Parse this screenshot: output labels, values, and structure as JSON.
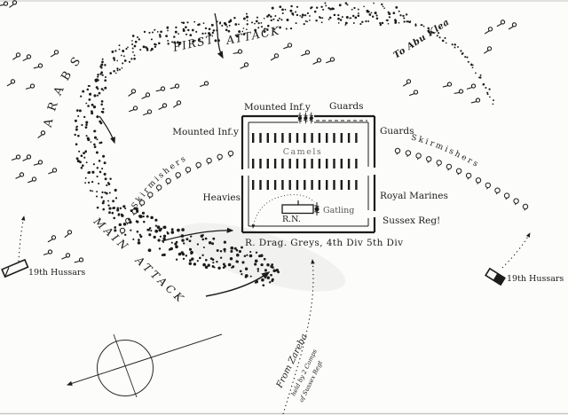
{
  "colors": {
    "ink": "#1c1c1c",
    "paper": "#fcfcfa",
    "faded_ink": "#6a6a6a"
  },
  "annotations": {
    "arabs": "ARABS",
    "first_attack_word1": "FIRST",
    "first_attack_word2": "ATTACK",
    "main_attack": "MAIN ATTACK",
    "to_abu_klea": "To Abu Klea",
    "skirmishers_left": "Skirmishers",
    "skirmishers_right": "Skirmishers",
    "hussars_left": "19th Hussars",
    "hussars_right": "19th Hussars",
    "from_zareba": "From Zareba",
    "zareba_note_line1": "held by 2 Comps",
    "zareba_note_line2": "of Sussex Regt"
  },
  "square": {
    "mounted_inf_top": "Mounted Inf.y",
    "guards_top": "Guards",
    "mounted_inf_left": "Mounted Inf.y",
    "heavies_left": "Heavies",
    "guards_right": "Guards",
    "royal_marines_right": "Royal Marines",
    "sussex_right": "Sussex Reg!",
    "camels_label": "Camels",
    "naval_brigade": "R.N.",
    "gatling": "Gatling",
    "rear_label": "R. Drag. Greys, 4th Div 5th Div",
    "camel_rows": 3,
    "camels_per_row": 15,
    "gateway_guns": 3
  },
  "icons": {
    "arab_troop_icon": "small loop with tail stroke",
    "skirmisher_icon": "small open circle",
    "screw_gun_icon": "vertical bar with ball",
    "gatling_gun_icon": "vertical bar with ball",
    "cavalry_marker_icon": "tilted rectangle",
    "compass_rose_icon": "circle with crossed bearing lines"
  }
}
